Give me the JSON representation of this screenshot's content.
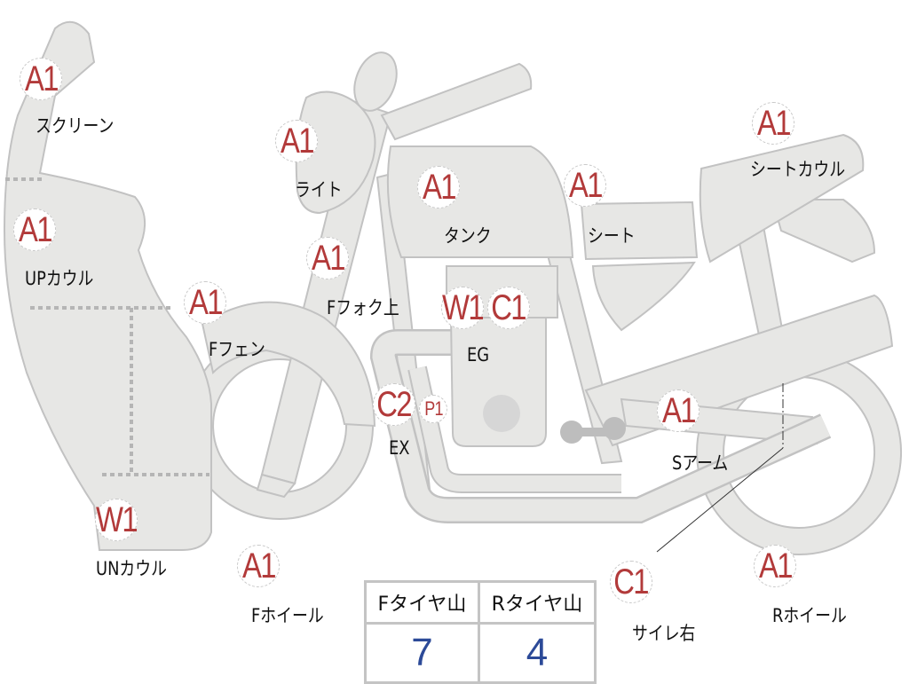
{
  "parts": [
    {
      "code": "A1",
      "label": "スクリーン"
    },
    {
      "code": "A1",
      "label": "UPカウル"
    },
    {
      "code": "A1",
      "label": "ライト"
    },
    {
      "code": "A1",
      "label": "タンク"
    },
    {
      "code": "A1",
      "label": "シート"
    },
    {
      "code": "A1",
      "label": "シートカウル"
    },
    {
      "code": "A1",
      "label": "Fフォク上"
    },
    {
      "code": "A1",
      "label": "Fフェン"
    },
    {
      "codes": [
        "W1",
        "C1"
      ],
      "label": "EG"
    },
    {
      "codes": [
        "C2",
        "P1"
      ],
      "label": "EX"
    },
    {
      "code": "A1",
      "label": "Sアーム"
    },
    {
      "code": "W1",
      "label": "UNカウル"
    },
    {
      "code": "A1",
      "label": "Fホイール"
    },
    {
      "code": "C1",
      "label": "サイレ右"
    },
    {
      "code": "A1",
      "label": "Rホイール"
    }
  ],
  "tire_table": {
    "headers": [
      "Fタイヤ山",
      "Rタイヤ山"
    ],
    "values": [
      "7",
      "4"
    ]
  },
  "colors": {
    "fill": "#e7e7e5",
    "outline": "#c2c2c2",
    "code": "#b23a3a",
    "value": "#2c4a98"
  }
}
